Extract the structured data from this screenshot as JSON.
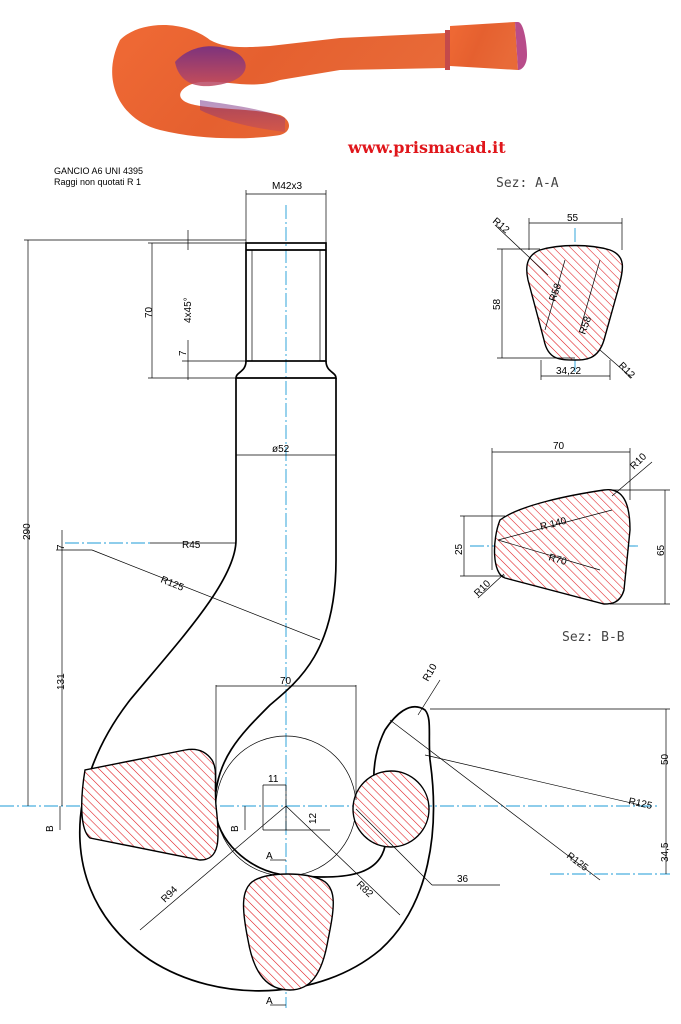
{
  "header": {
    "title_line1": "GANCIO A6 UNI 4395",
    "title_line2": "Raggi non quotati R 1",
    "website": "www.prismacad.it"
  },
  "sections": {
    "aa_label": "Sez: A-A",
    "bb_label": "Sez: B-B"
  },
  "dims": {
    "thread": "M42x3",
    "chamfer": "4x45°",
    "d70_shank": "70",
    "d7": "7",
    "phi52": "ø52",
    "d290": "290",
    "r45": "R45",
    "r125_top": "R125",
    "d7_left": "7",
    "d131": "131",
    "d70_mouth": "70",
    "d11": "11",
    "d12": "12",
    "r94": "R94",
    "r82": "R82",
    "d36": "36",
    "r10_tip": "R10",
    "d50": "50",
    "r125_a": "R125",
    "r125_b": "R125",
    "d345": "34,5",
    "aa_55": "55",
    "aa_58": "58",
    "aa_r12a": "R12",
    "aa_r58a": "R58",
    "aa_r58b": "R58",
    "aa_r12b": "R12",
    "aa_3422": "34,22",
    "bb_70": "70",
    "bb_r10a": "R10",
    "bb_r140": "R 140",
    "bb_r70": "R70",
    "bb_25": "25",
    "bb_65": "65",
    "bb_r10b": "R10",
    "cut_a1": "A",
    "cut_a2": "A",
    "cut_b1": "B",
    "cut_b2": "B"
  },
  "colors": {
    "hatch": "#e0161b",
    "centerline": "#1d9bd7",
    "website": "#e0161b"
  }
}
